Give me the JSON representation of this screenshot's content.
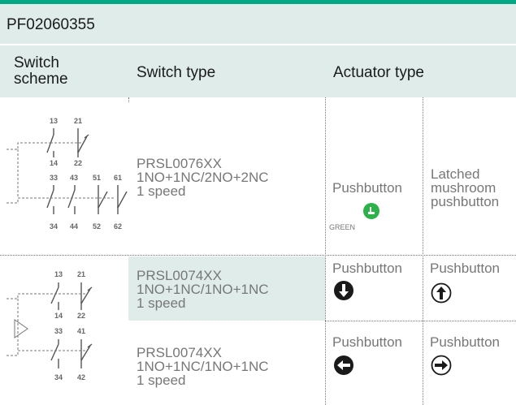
{
  "product_code": "PF02060355",
  "headers": {
    "switch_scheme": "Switch scheme",
    "switch_type": "Switch type",
    "actuator_type": "Actuator type"
  },
  "rows": [
    {
      "switch_type": "PRSL0076XX\n1NO+1NC/2NO+2NC\n1 speed",
      "actuator_1": "Pushbutton",
      "actuator_1_icon": "green-hand-pushbutton-icon",
      "actuator_1_note": "GREEN",
      "actuator_2": "Latched\nmushroom\npushbutton",
      "contact_labels": [
        "13",
        "21",
        "14",
        "22",
        "33",
        "43",
        "51",
        "61",
        "34",
        "44",
        "52",
        "62"
      ]
    },
    {
      "switch_type": "PRSL0074XX\n1NO+1NC/1NO+1NC\n1 speed",
      "actuator_1": "Pushbutton",
      "actuator_1_icon": "arrow-down-icon",
      "actuator_2": "Pushbutton",
      "actuator_2_icon": "arrow-up-icon",
      "contact_labels": [
        "13",
        "21",
        "14",
        "22",
        "33",
        "41",
        "34",
        "42"
      ]
    },
    {
      "switch_type": "PRSL0074XX\n1NO+1NC/1NO+1NC\n1 speed",
      "actuator_1": "Pushbutton",
      "actuator_1_icon": "arrow-left-icon",
      "actuator_2": "Pushbutton",
      "actuator_2_icon": "arrow-right-icon"
    }
  ],
  "colors": {
    "accent": "#00a886",
    "header_bg": "#dfece9",
    "green_icon": "#2db24a",
    "text_grey": "#777777"
  }
}
